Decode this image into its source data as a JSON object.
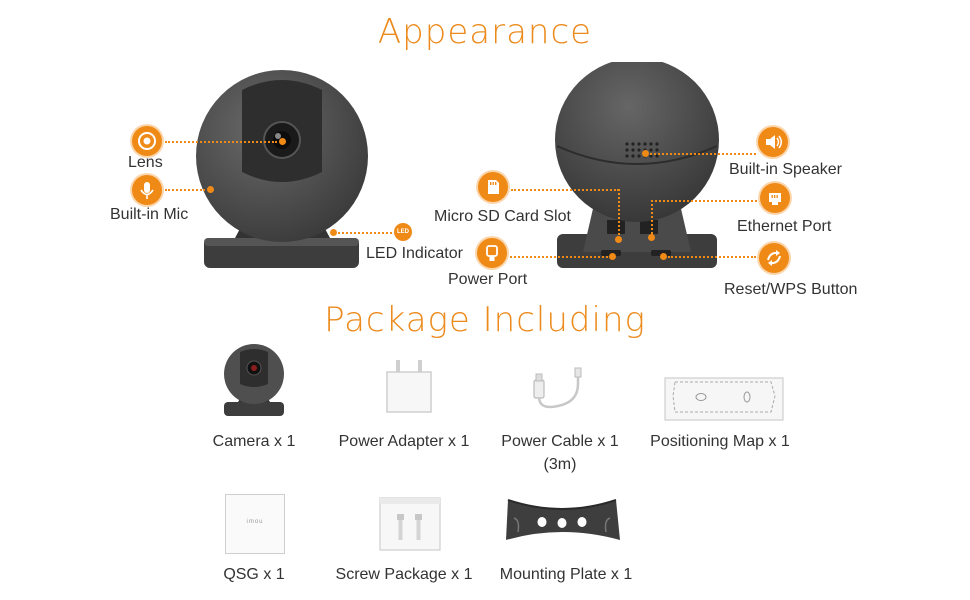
{
  "appearance": {
    "title": "Appearance",
    "front_callouts": {
      "lens": "Lens",
      "mic": "Built-in Mic",
      "led": "LED Indicator",
      "led_badge": "LED"
    },
    "back_callouts": {
      "sd": "Micro SD Card Slot",
      "power": "Power Port",
      "speaker": "Built-in Speaker",
      "ethernet": "Ethernet Port",
      "reset": "Reset/WPS Button"
    }
  },
  "package": {
    "title": "Package  Including",
    "items": [
      {
        "label": "Camera x 1"
      },
      {
        "label": "Power Adapter x 1"
      },
      {
        "label": "Power Cable x 1",
        "sub": "(3m)"
      },
      {
        "label": "Positioning Map x 1"
      },
      {
        "label": "QSG x 1",
        "logo": "imou"
      },
      {
        "label": "Screw Package x 1"
      },
      {
        "label": "Mounting Plate x 1"
      }
    ]
  },
  "colors": {
    "accent": "#f08a17",
    "camera": "#4a4a4a"
  }
}
